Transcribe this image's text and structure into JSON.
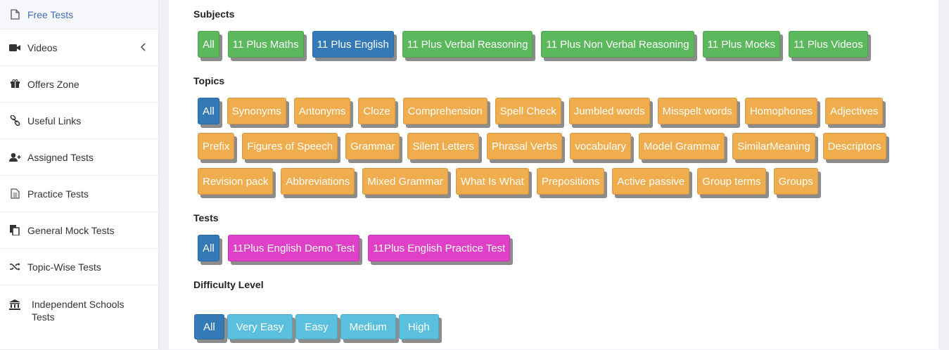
{
  "sidebar": {
    "items": [
      {
        "label": "Free Tests",
        "icon": "file-icon"
      },
      {
        "label": "Videos",
        "icon": "video-icon"
      },
      {
        "label": "Offers Zone",
        "icon": "gift-icon"
      },
      {
        "label": "Useful Links",
        "icon": "link-icon"
      },
      {
        "label": "Assigned Tests",
        "icon": "user-plus-icon"
      },
      {
        "label": "Practice Tests",
        "icon": "file-text-icon"
      },
      {
        "label": "General Mock Tests",
        "icon": "copy-icon"
      },
      {
        "label": "Topic-Wise Tests",
        "icon": "shuffle-icon"
      },
      {
        "label": "Independent Schools Tests",
        "icon": "bank-icon"
      }
    ]
  },
  "subjects": {
    "title": "Subjects",
    "items": [
      "All",
      "11 Plus Maths",
      "11 Plus English",
      "11 Plus Verbal Reasoning",
      "11 Plus Non Verbal Reasoning",
      "11 Plus Mocks",
      "11 Plus Videos"
    ],
    "selected": "11 Plus English"
  },
  "topics": {
    "title": "Topics",
    "row1": [
      "All",
      "Synonyms",
      "Antonyms",
      "Cloze",
      "Comprehension",
      "Spell Check",
      "Jumbled words",
      "Misspelt words",
      "Homophones",
      "Adjectives"
    ],
    "row2": [
      "Prefix",
      "Figures of Speech",
      "Grammar",
      "Silent Letters",
      "Phrasal Verbs",
      "vocabulary",
      "Model Grammar",
      "SimilarMeaning",
      "Descriptors"
    ],
    "row3": [
      "Revision pack",
      "Abbreviations",
      "Mixed Grammar",
      "What Is What",
      "Prepositions",
      "Active passive",
      "Group terms",
      "Groups"
    ],
    "selected": "All"
  },
  "tests": {
    "title": "Tests",
    "items": [
      "All",
      "11Plus English Demo Test",
      "11Plus English Practice Test"
    ],
    "selected": "All"
  },
  "difficulty": {
    "title": "Difficulty Level",
    "items": [
      "All",
      "Very Easy",
      "Easy",
      "Medium",
      "High"
    ],
    "selected": "All"
  },
  "colors": {
    "subject": "#5cb85c",
    "selected": "#337ab7",
    "topic": "#f0ad4e",
    "test": "#e040c8",
    "difficulty": "#5bc0de"
  }
}
